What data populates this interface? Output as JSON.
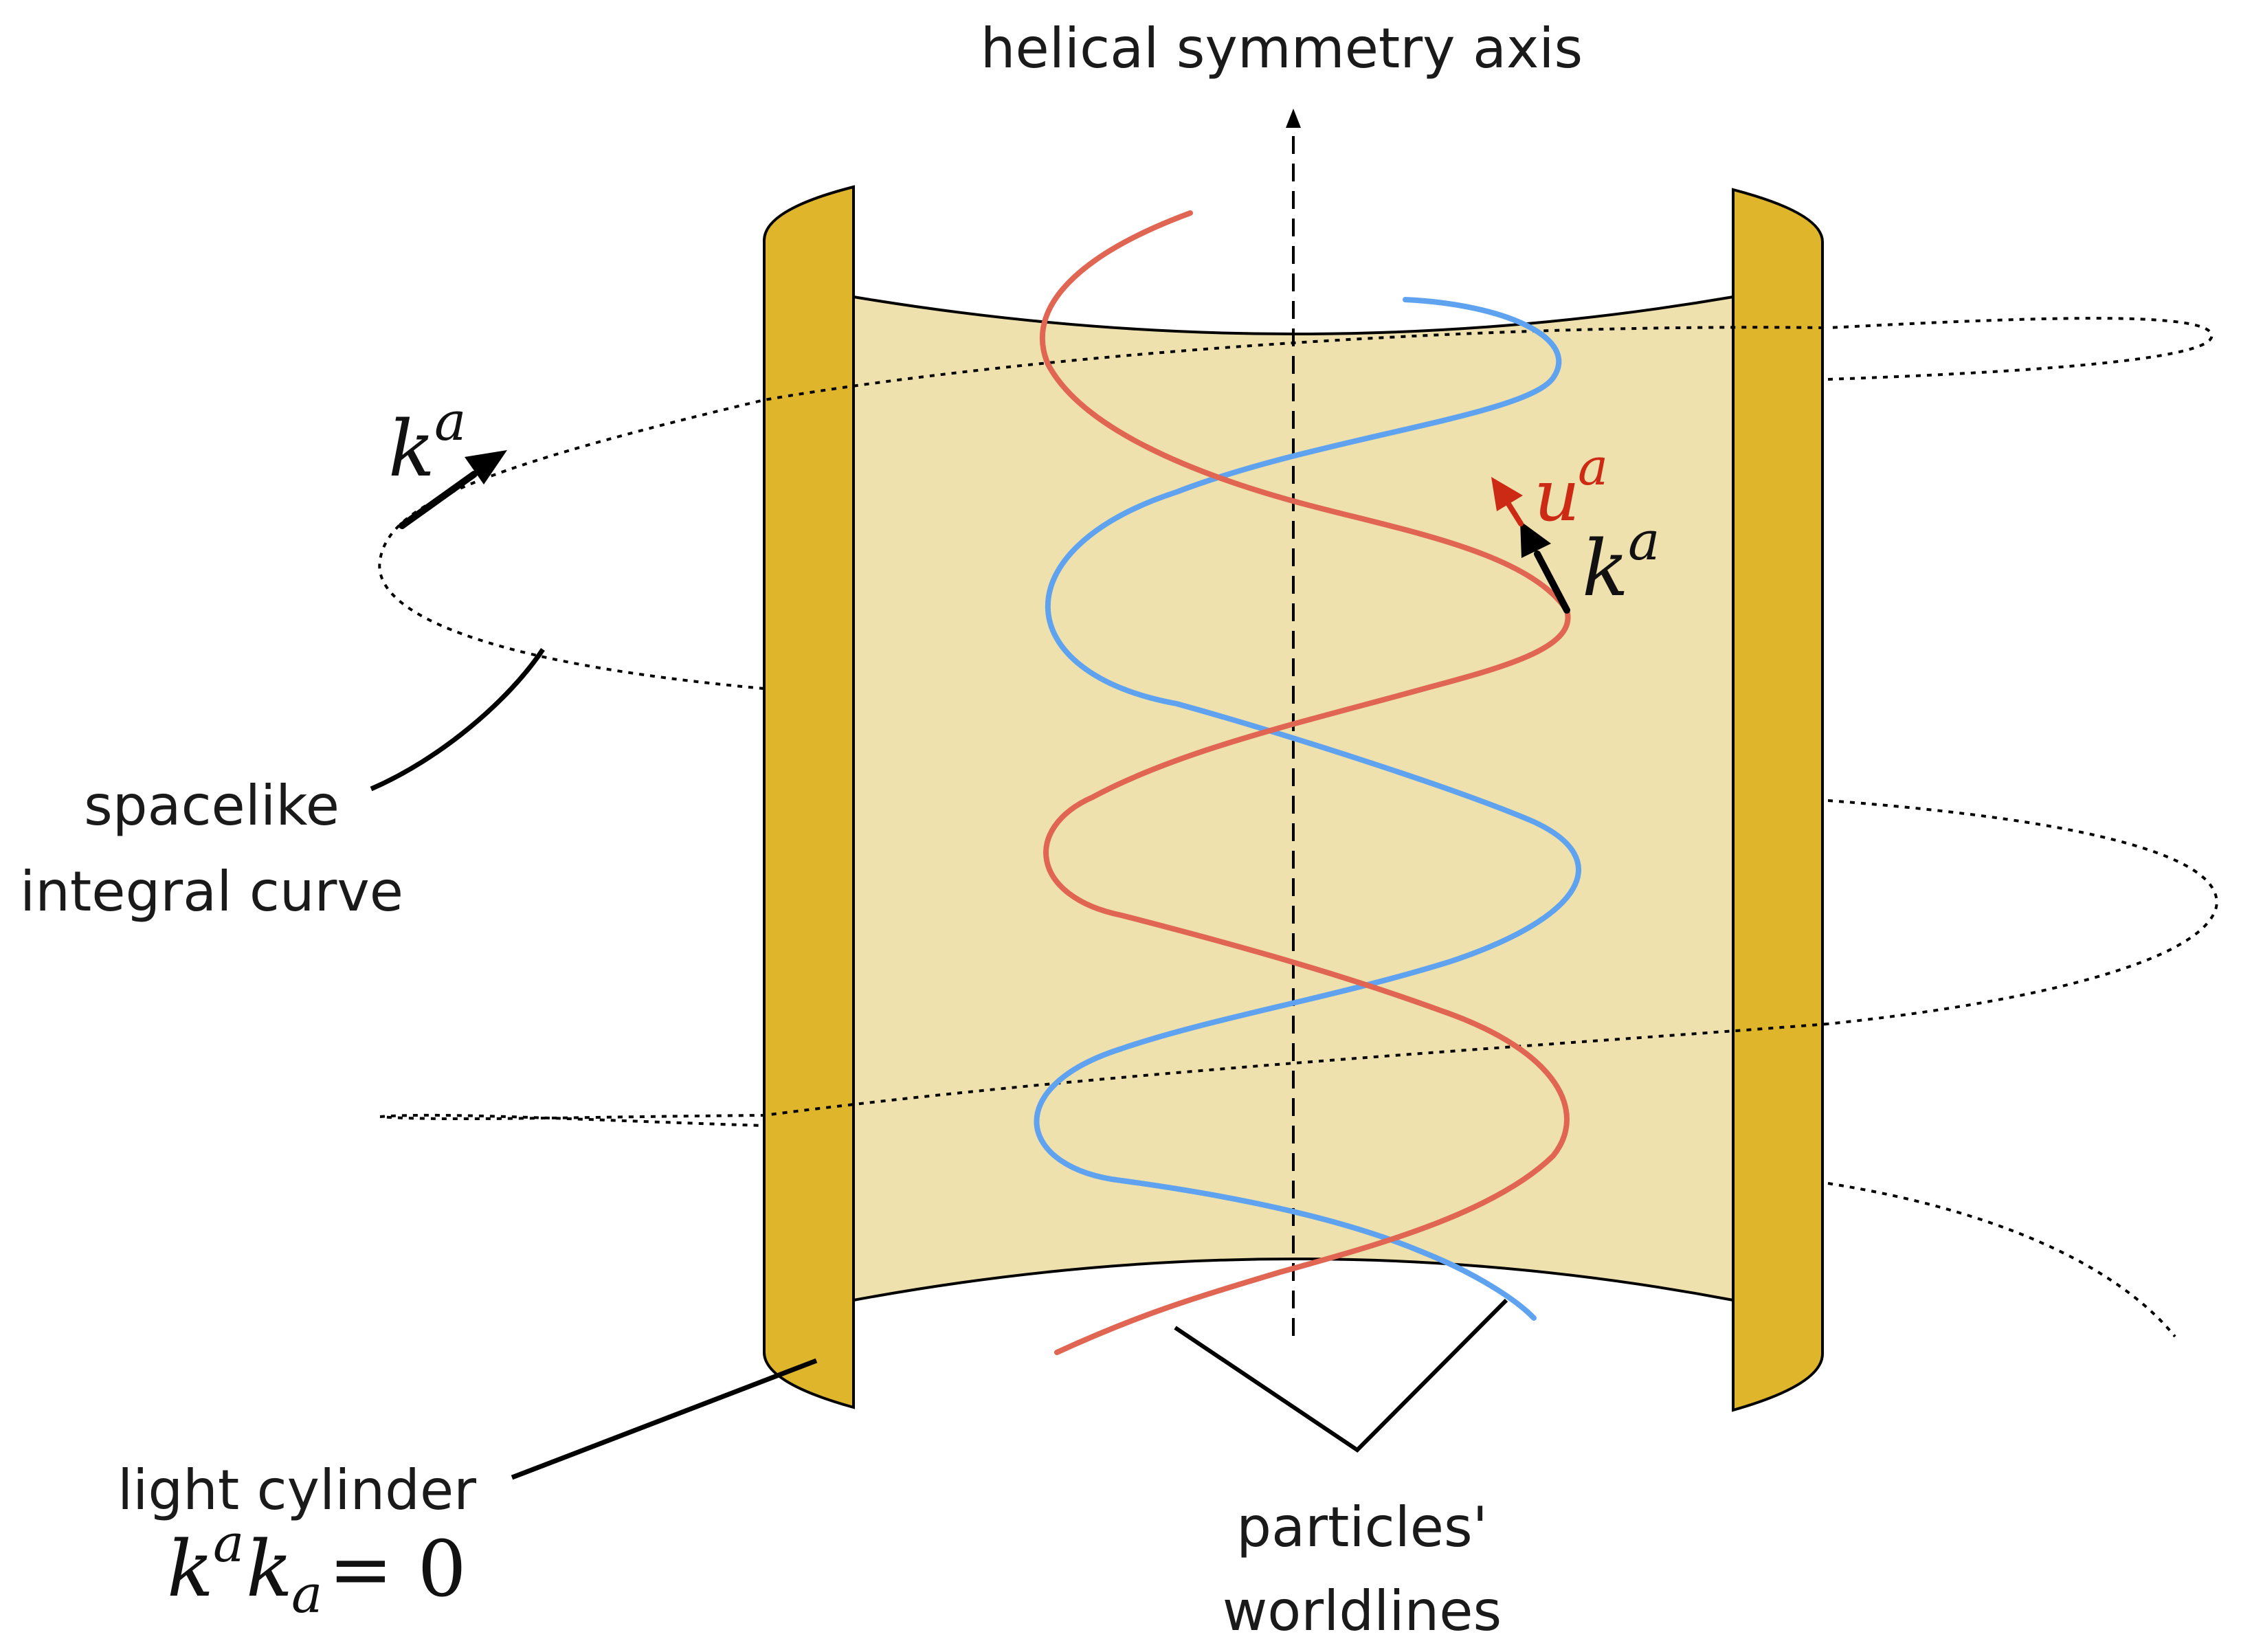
{
  "labels": {
    "axis": "helical symmetry axis",
    "spacelike_line1": "spacelike",
    "spacelike_line2": "integral curve",
    "light_line1": "light cylinder",
    "particles_line1": "particles'",
    "particles_line2": "worldlines"
  },
  "math": {
    "k_base": "k",
    "u_base": "u",
    "index_a": "a",
    "equals_zero": "= 0"
  },
  "colors": {
    "band_fill": "#efe1ad",
    "cylinder_wall": "#dfb52c",
    "worldline_red": "#e06552",
    "worldline_blue": "#5fa3f0",
    "velocity_arrow": "#cc2a14",
    "ink": "#000000"
  }
}
